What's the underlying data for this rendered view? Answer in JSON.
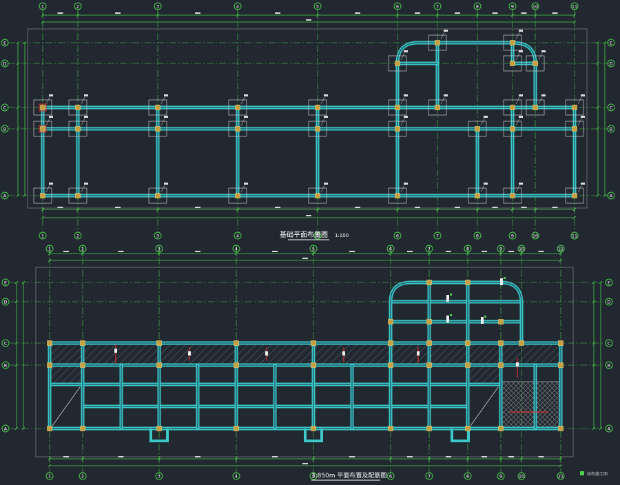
{
  "colors": {
    "background": "#212830",
    "beam": "#3cc8c8",
    "beam_core": "#1e5a66",
    "axis": "#4cd04c",
    "dimension": "#4cd04c",
    "column_fill": "#c8a040",
    "column_edge": "#e8d080",
    "outline": "#6a6a6a",
    "label": "#ffffff",
    "accent_red": "#e03030",
    "hatch": "#5a6470"
  },
  "top_plan": {
    "title": "基础平面布置图",
    "scale": "1:100",
    "axis_columns": [
      "1",
      "2",
      "3",
      "4",
      "5",
      "6",
      "7",
      "8",
      "9",
      "10",
      "11"
    ],
    "axis_rows": [
      "E",
      "D",
      "C",
      "B",
      "A"
    ]
  },
  "bottom_plan": {
    "title": "3.850m 平面布置及配筋图",
    "axis_columns": [
      "1",
      "2",
      "3",
      "4",
      "5",
      "6",
      "7",
      "8",
      "9",
      "10",
      "11"
    ],
    "axis_rows": [
      "E",
      "D",
      "C",
      "B",
      "A"
    ]
  },
  "corner_note": "结构施工图"
}
